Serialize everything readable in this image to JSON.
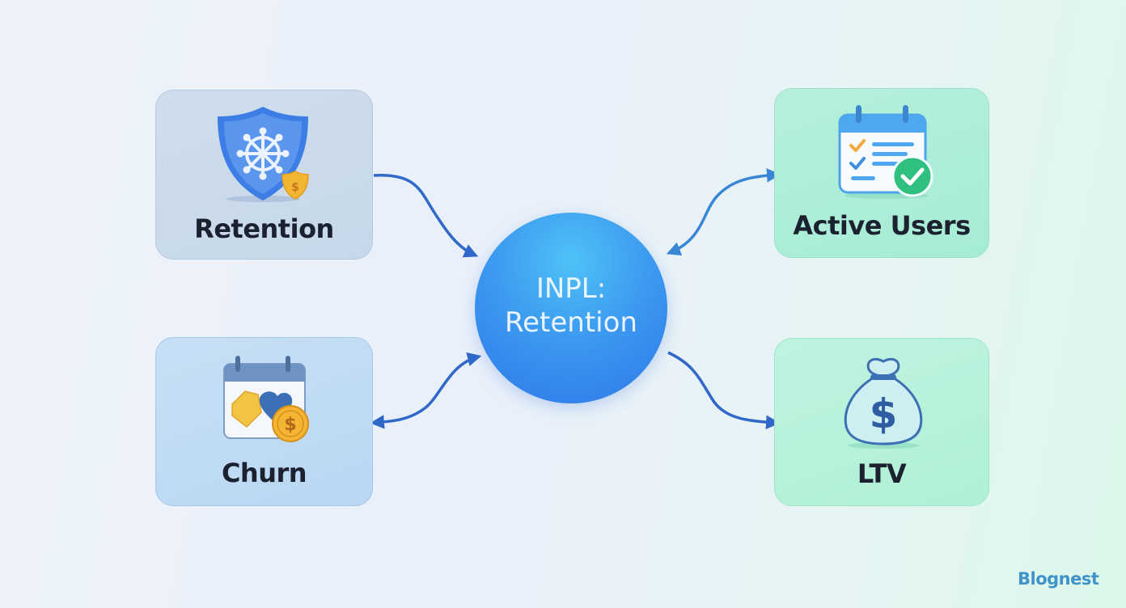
{
  "center": {
    "line1": "INPL:",
    "line2": "Retention"
  },
  "nodes": {
    "retention": {
      "label": "Retention",
      "icon": "shield-icon"
    },
    "churn": {
      "label": "Churn",
      "icon": "calendar-coin-icon"
    },
    "active_users": {
      "label": "Active Users",
      "icon": "calendar-checklist-icon"
    },
    "ltv": {
      "label": "LTV",
      "icon": "money-bag-icon"
    }
  },
  "watermark": {
    "text": "Blognest"
  },
  "colors": {
    "arrow": "#2f68c9",
    "center_circle": "#3c9af0",
    "retention_card": "#c9dbec",
    "churn_card": "#bcd9f4",
    "active_users_card": "#abeed8",
    "ltv_card": "#b5f1da"
  }
}
